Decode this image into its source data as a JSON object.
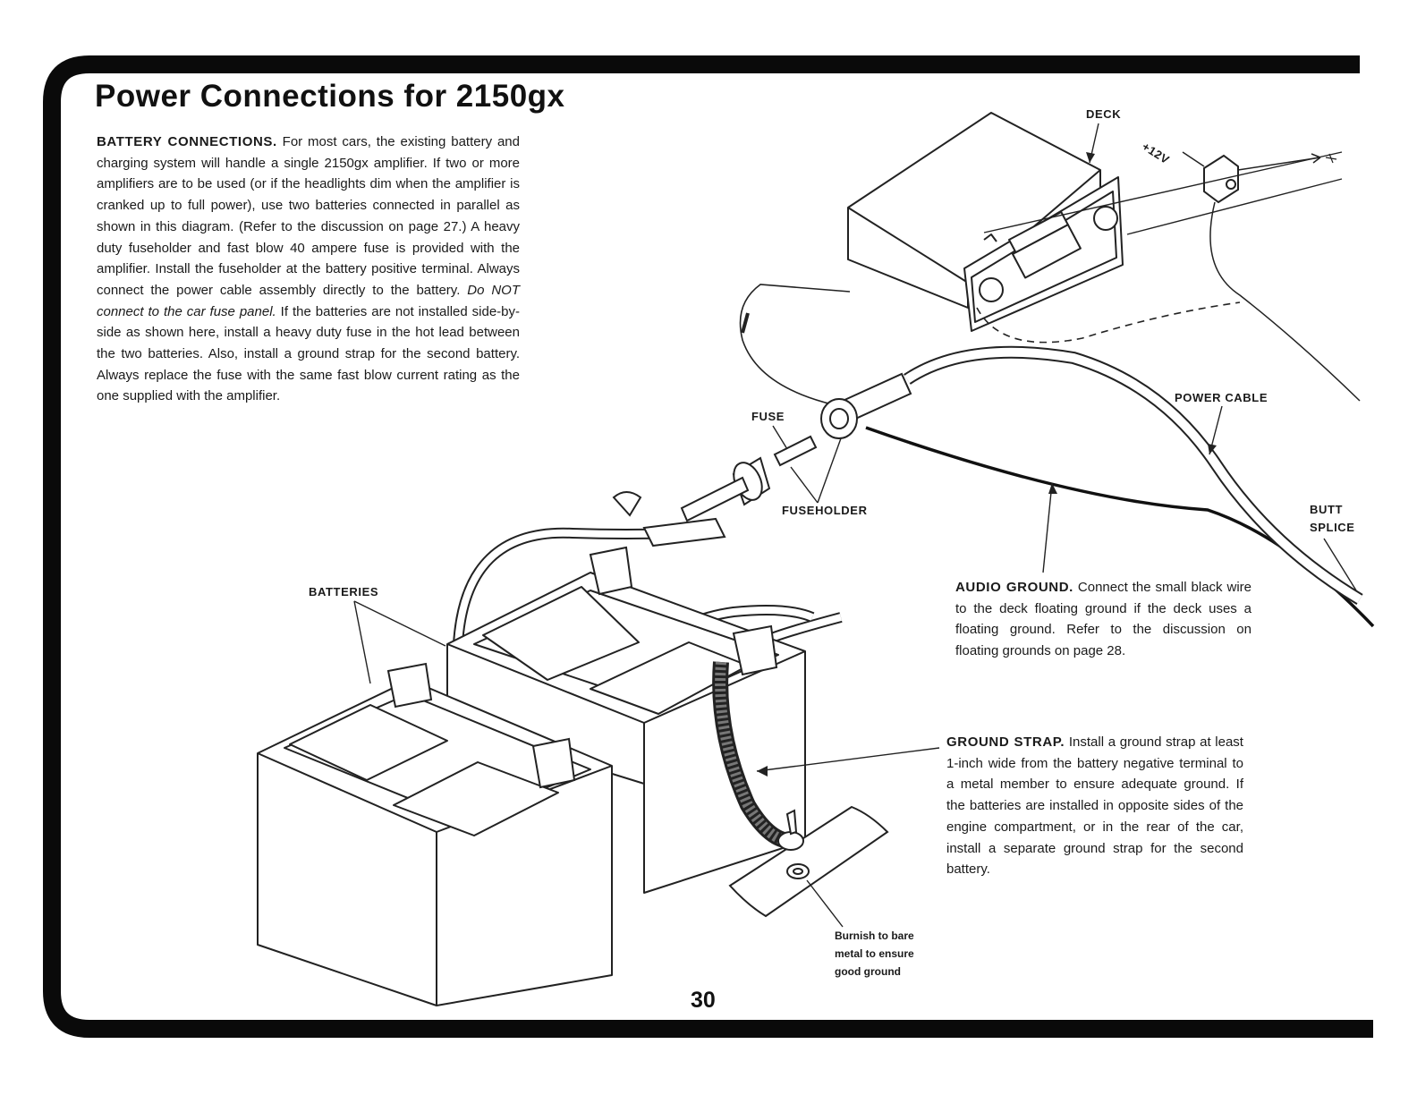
{
  "title": "Power Connections for 2150gx",
  "battery_connections": {
    "heading": "BATTERY CONNECTIONS.",
    "text_before_italic": "For most cars, the existing battery and charging system will handle a single 2150gx amplifier. If two or more amplifiers are to be used (or if the headlights dim when the amplifier is cranked up to full power), use two batteries connected in parallel as shown in this diagram. (Refer to the discussion on page 27.) A heavy duty fuseholder and fast blow 40 ampere fuse is provided with the amplifier. Install the fuseholder at the battery positive terminal. Always connect the power cable assembly directly to the battery.",
    "italic_warning": "Do NOT connect to the car fuse panel.",
    "text_after_italic": "If the batteries are not installed side-by-side as shown here, install a heavy duty fuse in the hot lead between the two batteries. Also, install a ground strap for the second battery. Always replace the fuse with the same fast blow current rating as the one supplied with the amplifier."
  },
  "audio_ground": {
    "heading": "AUDIO GROUND.",
    "text": "Connect the small black wire to the deck floating ground if the deck uses a floating ground. Refer to the discussion on floating grounds on page 28."
  },
  "ground_strap": {
    "heading": "GROUND STRAP.",
    "text": "Install a ground strap at least 1-inch wide from the battery negative terminal to a metal member to ensure adequate ground. If the batteries are installed in opposite sides of the engine compartment, or in the rear of the car, install a separate ground strap for the second battery."
  },
  "labels": {
    "deck": "DECK",
    "plus12v": "+12V",
    "fuse": "FUSE",
    "fuseholder": "FUSEHOLDER",
    "power_cable": "POWER CABLE",
    "butt_splice_line1": "BUTT",
    "butt_splice_line2": "SPLICE",
    "batteries": "BATTERIES"
  },
  "burnish_note": "Burnish to bare metal to ensure good ground",
  "page_number": "30",
  "colors": {
    "ink": "#111111",
    "frame": "#0a0a0a",
    "paper": "#ffffff"
  }
}
